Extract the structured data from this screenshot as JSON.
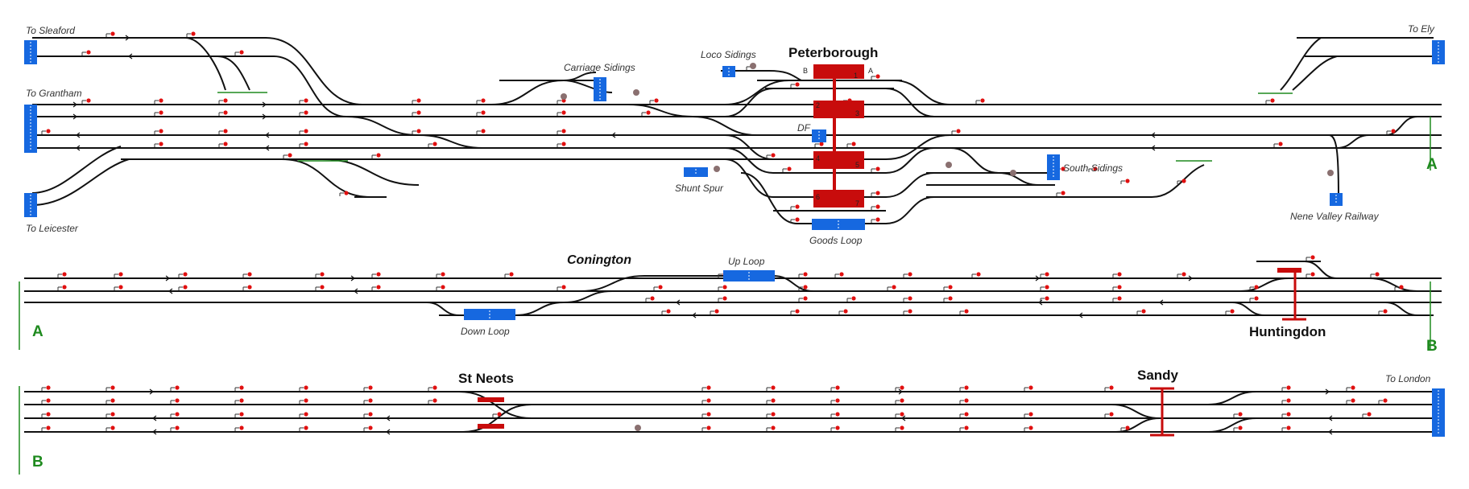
{
  "colors": {
    "track": "#111111",
    "signal": "#e01010",
    "terminal": "#1668e0",
    "platform": "#c80c0c",
    "connector": "#1e8a1e",
    "buffer": "#8a7070"
  },
  "places": {
    "to_sleaford": "To Sleaford",
    "to_grantham": "To Grantham",
    "to_leicester": "To Leicester",
    "to_ely": "To Ely",
    "to_london": "To London",
    "carriage_sidings": "Carriage Sidings",
    "loco_sidings": "Loco Sidings",
    "shunt_spur": "Shunt Spur",
    "goods_loop": "Goods Loop",
    "south_sidings": "South Sidings",
    "nene_valley": "Nene Valley Railway",
    "df": "DF",
    "up_loop": "Up Loop",
    "down_loop": "Down Loop"
  },
  "stations": {
    "peterborough": "Peterborough",
    "conington": "Conington",
    "huntingdon": "Huntingdon",
    "st_neots": "St Neots",
    "sandy": "Sandy"
  },
  "platform_numbers": [
    "1",
    "2",
    "3",
    "4",
    "5",
    "6",
    "7"
  ],
  "platform_ends": {
    "left": "B",
    "right": "A"
  },
  "connectors": {
    "a": "A",
    "b": "B"
  }
}
